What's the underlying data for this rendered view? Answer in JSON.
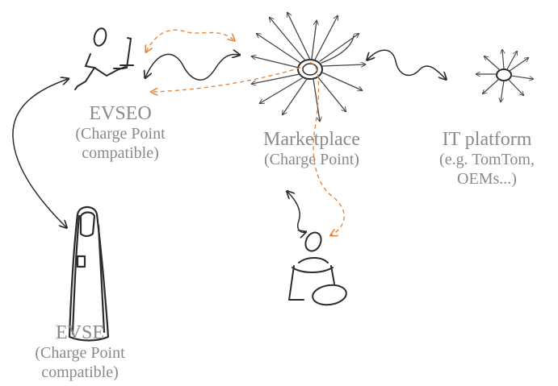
{
  "nodes": {
    "evseo": {
      "name": "EVSEO",
      "sub_1": "(Charge Point",
      "sub_2": "compatible)"
    },
    "marketplace": {
      "name": "Marketplace",
      "sub_1": "(Charge Point)"
    },
    "it_platform": {
      "name": "IT platform",
      "sub_1": "(e.g. TomTom,",
      "sub_2": "OEMs...)"
    },
    "evse": {
      "name": "EVSE",
      "sub_1": "(Charge Point",
      "sub_2": "compatible)"
    }
  },
  "colors": {
    "ink": "#2b2b2b",
    "label": "#8a8a8a",
    "flow_dashed": "#e8873a"
  },
  "icons": [
    "person-at-computer-icon",
    "starburst-hub-icon",
    "small-starburst-hub-icon",
    "charging-station-icon",
    "seated-user-icon"
  ]
}
